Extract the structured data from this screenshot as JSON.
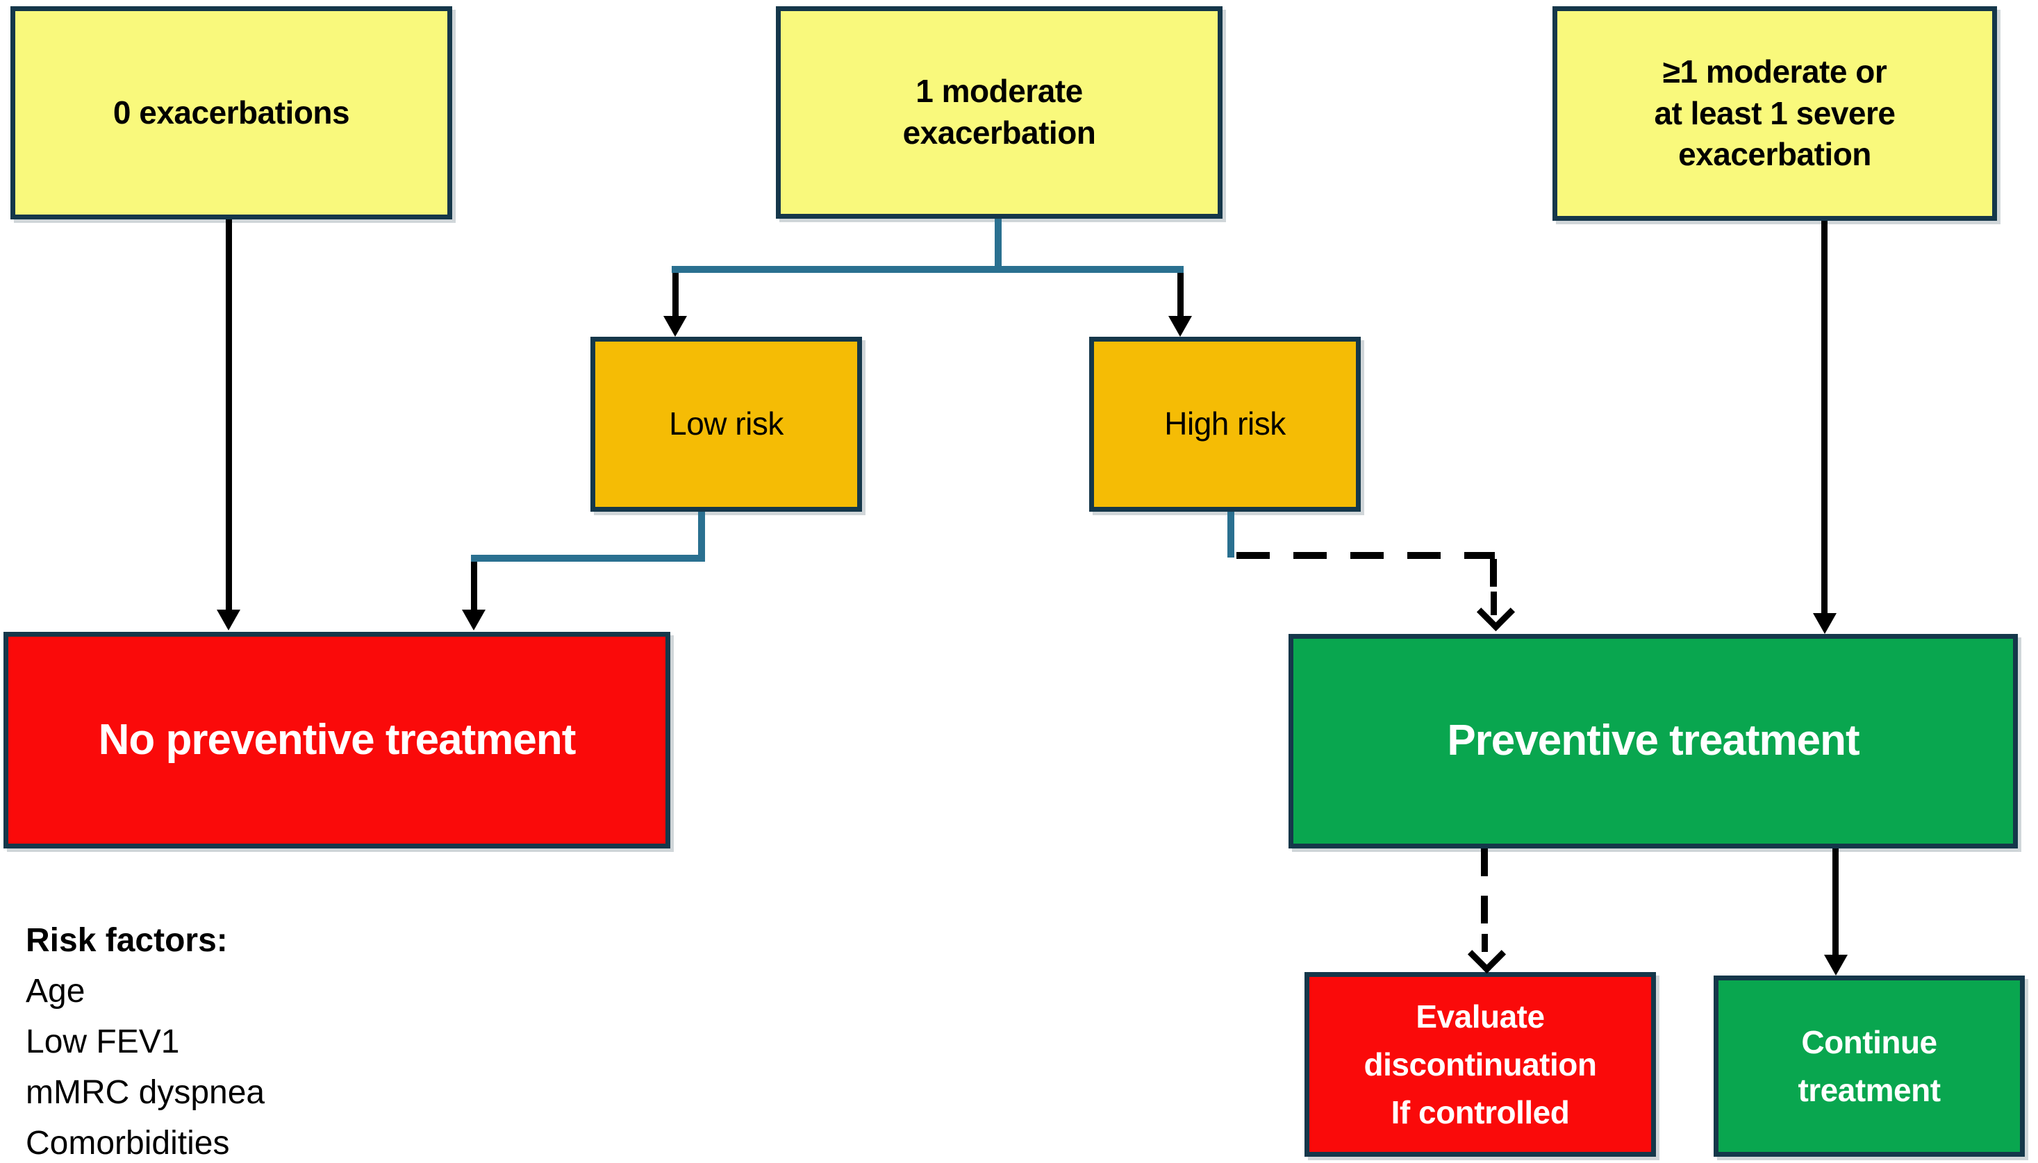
{
  "colors": {
    "yellow": "#F9F97C",
    "gold": "#F5BC05",
    "red": "#FA0A0A",
    "green": "#09A64F",
    "border": "#15374A",
    "teal": "#2A7090",
    "ink": "#000000",
    "paper": "#FFFFFF"
  },
  "nodes": {
    "zero_exacerbations": "0 exacerbations",
    "one_moderate": "1 moderate\nexacerbation",
    "severe": "≥1 moderate or\nat least 1 severe\nexacerbation",
    "low_risk": "Low risk",
    "high_risk": "High risk",
    "no_preventive": "No preventive treatment",
    "preventive": "Preventive treatment",
    "evaluate": "Evaluate\ndiscontinuation\nIf controlled",
    "continue": "Continue\ntreatment"
  },
  "notes": {
    "risk_factors_title": "Risk factors:",
    "risk_factors": [
      "Age",
      "Low FEV1",
      "mMRC dyspnea",
      "Comorbidities"
    ]
  }
}
